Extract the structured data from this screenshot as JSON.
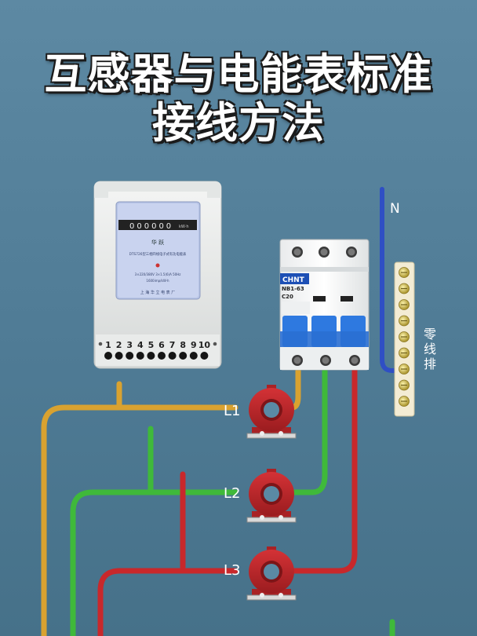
{
  "title": {
    "line1": "互感器与电能表标准",
    "line2": "接线方法"
  },
  "meter": {
    "brand": "华 跃",
    "model": "DTS726型三相四线电子式有功电能表",
    "counter": "000000",
    "counter_unit": "kW·h",
    "spec1": "3×220/380V  3×1.5(6)A  50Hz",
    "spec2": "1600imp/kW·h",
    "maker": "上 海 华 立 电 表 厂",
    "terminals": [
      "1",
      "2",
      "3",
      "4",
      "5",
      "6",
      "7",
      "8",
      "9",
      "10"
    ]
  },
  "breaker": {
    "brand": "CHNT",
    "model": "NB1-63",
    "rating": "C20"
  },
  "labels": {
    "neutral": "N",
    "busbar": [
      "零",
      "线",
      "排"
    ],
    "l1": "L1",
    "l2": "L2",
    "l3": "L3"
  },
  "colors": {
    "wire_l1": "#d9a230",
    "wire_l2": "#3fb93a",
    "wire_l3": "#c8282b",
    "wire_n": "#2f4fc4",
    "ct_body": "#b5282b"
  }
}
